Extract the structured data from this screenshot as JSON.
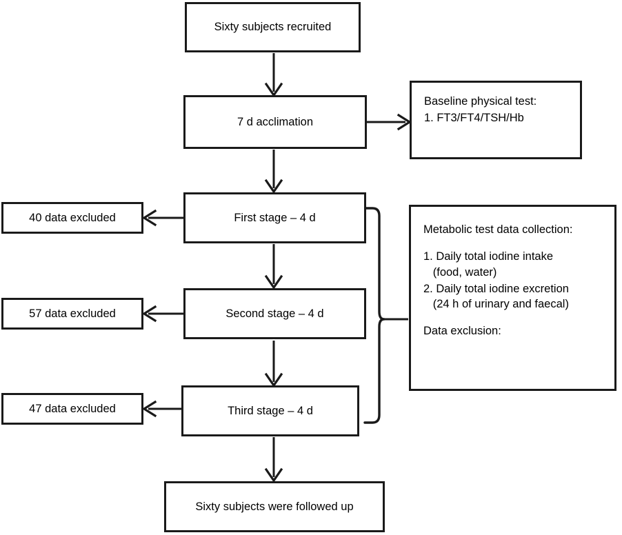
{
  "diagram": {
    "title": "Study flow diagram",
    "line_color": "#1a1a1a",
    "background": "#ffffff",
    "nodes": {
      "recruited": "Sixty subjects recruited",
      "acclimation": "7 d acclimation",
      "baseline_line1": "Baseline physical test:",
      "baseline_line2": "1. FT3/FT4/TSH/Hb",
      "first_stage": "First stage – 4 d",
      "second_stage": "Second stage – 4 d",
      "third_stage": "Third stage – 4 d",
      "excluded_first": "40 data excluded",
      "excluded_second": "57 data excluded",
      "excluded_third": "47 data excluded",
      "followed_up": "Sixty subjects were followed up",
      "metabolic_heading": "Metabolic test data collection:",
      "metabolic_item1_line1": "1. Daily total iodine intake",
      "metabolic_item1_line2": "   (food, water)",
      "metabolic_item2_line1": "2. Daily total iodine excretion",
      "metabolic_item2_line2": "   (24 h of urinary and faecal)",
      "metabolic_footer": "Data exclusion:"
    }
  }
}
